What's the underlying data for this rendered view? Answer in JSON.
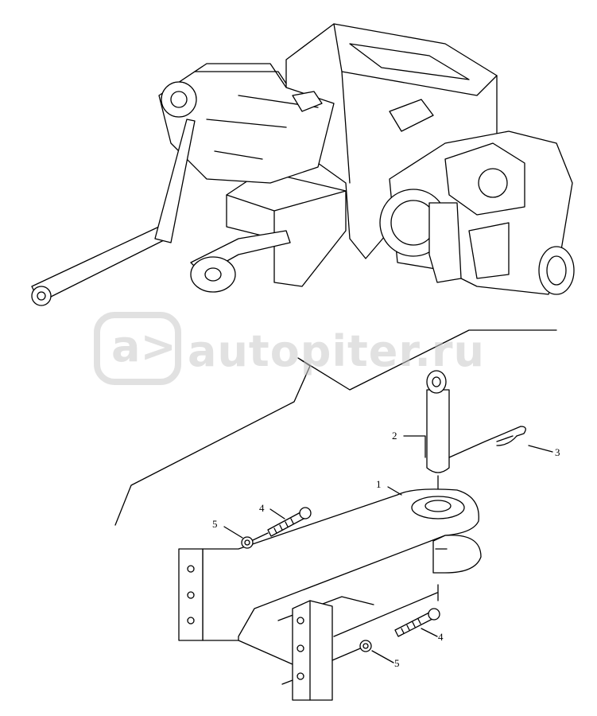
{
  "watermark": {
    "logo_text": "a>",
    "text": "autopiter.ru"
  },
  "callouts": [
    {
      "label": "1"
    },
    {
      "label": "2"
    },
    {
      "label": "3"
    },
    {
      "label": "4"
    },
    {
      "label": "5"
    },
    {
      "label": "4"
    },
    {
      "label": "5"
    }
  ]
}
